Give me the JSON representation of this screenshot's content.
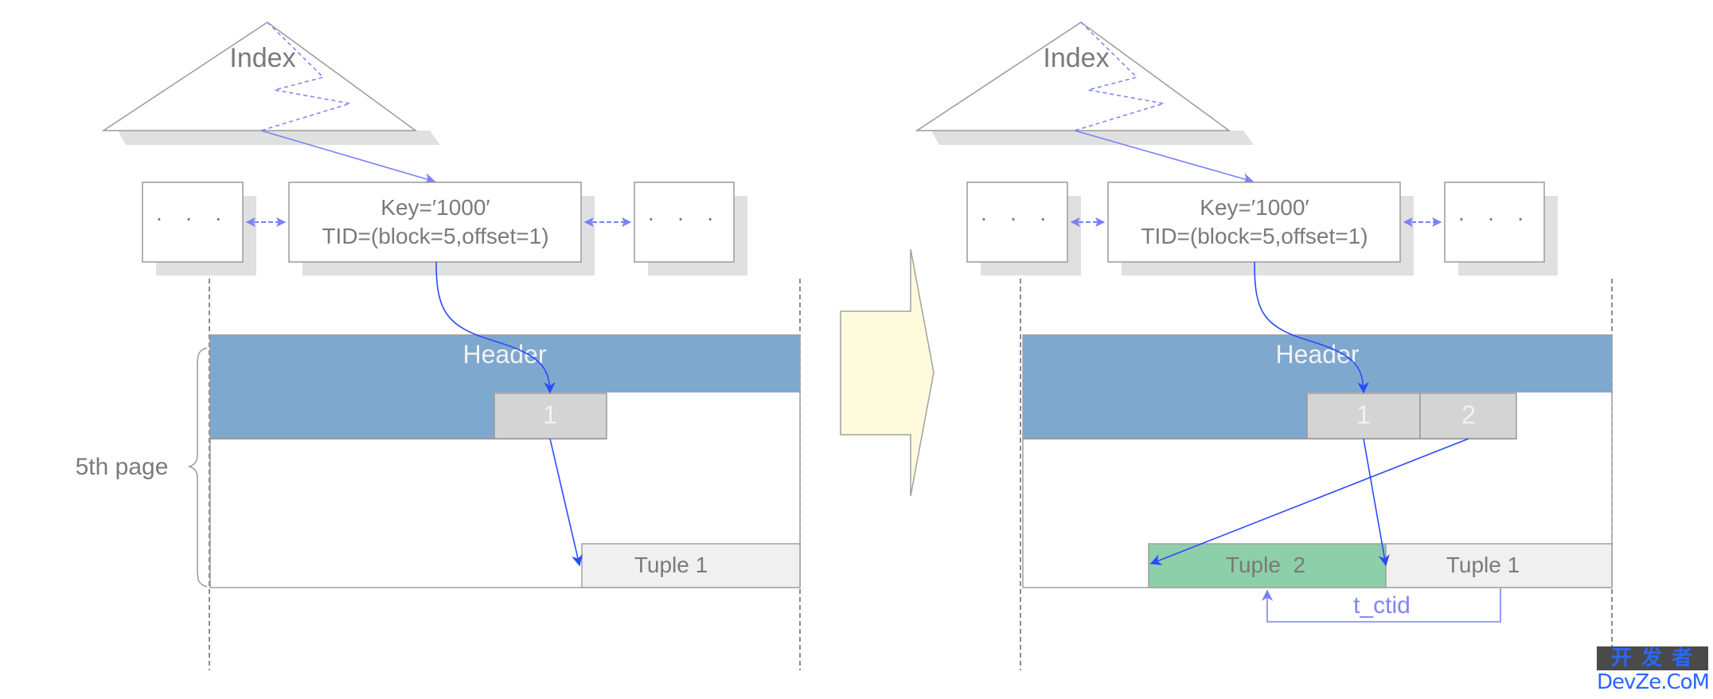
{
  "diagram": {
    "title": "HOT update: index entry points to line pointer; new tuple chained via t_ctid",
    "colors": {
      "header_fill": "#7fa8cf",
      "slot_fill": "#d4d4d4",
      "tuple_old_fill": "#f0f0f0",
      "tuple_new_fill": "#8dcfa8",
      "arrow_blue": "#2a4bff",
      "arrow_light_blue": "#7b82f7",
      "transition_arrow_fill": "#fefbdd",
      "shadow": "#e0e0e0",
      "outline": "#999999"
    },
    "before": {
      "index_label": "Index",
      "leaf_left": "· · ·",
      "leaf_main_line1": "Key=′1000′",
      "leaf_main_line2": "TID=(block=5,offset=1)",
      "leaf_right": "· · ·",
      "page_label": "5th page",
      "header_label": "Header",
      "slots": [
        "1"
      ],
      "tuples": [
        "Tuple 1"
      ]
    },
    "after": {
      "index_label": "Index",
      "leaf_left": "· · ·",
      "leaf_main_line1": "Key=′1000′",
      "leaf_main_line2": "TID=(block=5,offset=1)",
      "leaf_right": "· · ·",
      "header_label": "Header",
      "slots": [
        "1",
        "2"
      ],
      "tuples": [
        "Tuple  2",
        "Tuple 1"
      ],
      "chain_label": "t_ctid"
    },
    "watermark": {
      "line1": "开发者",
      "line2": "DevZe.CoM"
    }
  }
}
